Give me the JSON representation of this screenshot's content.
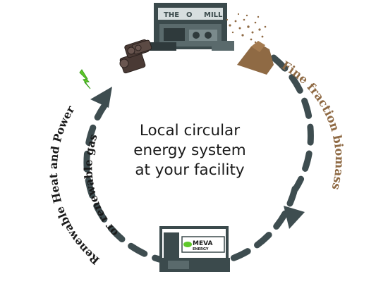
{
  "center_text": {
    "line1": "Local circular",
    "line2": "energy system",
    "line3": "at your facility"
  },
  "labels": {
    "right": "Fine fraction biomass",
    "left_outer": "Renewable Heat and Power",
    "left_inner": "or renewable gas"
  },
  "mill_sign": {
    "left": "THE",
    "mid": "O",
    "right": "MILL"
  },
  "facility_logo": {
    "name": "MEVA",
    "sub": "ENERGY"
  },
  "colors": {
    "cycle": "#3e4d50",
    "building": "#3b4a4c",
    "biomass": "#8f6a44",
    "lightning": "#5fc82a",
    "text_dark": "#1a1a1a"
  },
  "icons": [
    "mill-building-icon",
    "log-pile-icon",
    "biomass-heap-icon",
    "lightning-icon",
    "facility-building-icon",
    "arrowhead-icon"
  ]
}
